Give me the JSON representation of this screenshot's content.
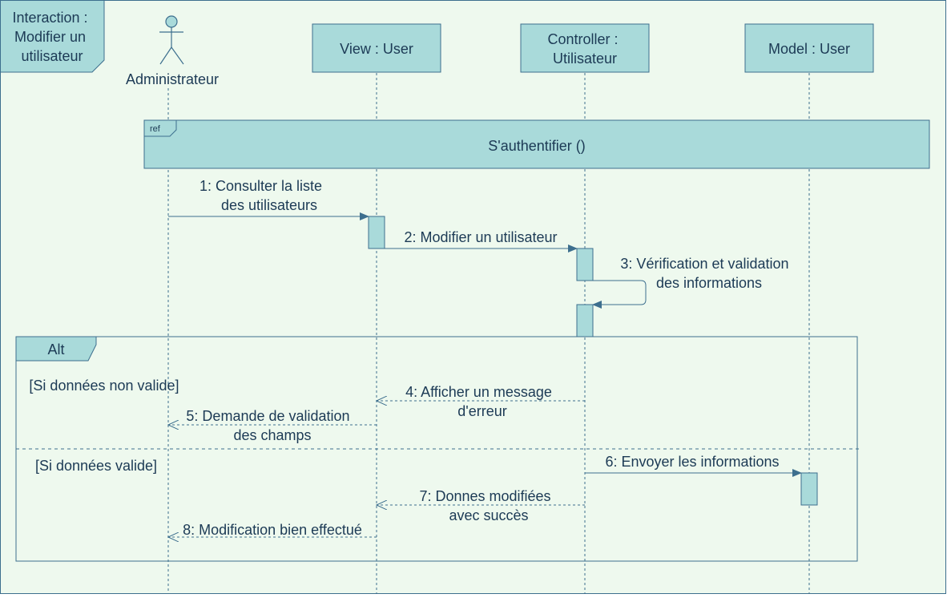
{
  "frame": {
    "title_lines": [
      "Interaction :",
      "Modifier un",
      "utilisateur"
    ]
  },
  "lifelines": {
    "actor": {
      "name": "Administrateur"
    },
    "view": {
      "name": "View : User"
    },
    "controller": {
      "name_lines": [
        "Controller :",
        "Utilisateur"
      ]
    },
    "model": {
      "name": "Model : User"
    }
  },
  "ref": {
    "tag": "ref",
    "label": "S'authentifier ()"
  },
  "messages": {
    "m1": [
      "1: Consulter la liste",
      "des utilisateurs"
    ],
    "m2": [
      "2: Modifier un utilisateur"
    ],
    "m3": [
      "3: Vérification et validation",
      "des informations"
    ],
    "m4": [
      "4: Afficher un message",
      "d'erreur"
    ],
    "m5": [
      "5: Demande de validation",
      "des champs"
    ],
    "m6": [
      "6: Envoyer les informations"
    ],
    "m7": [
      "7: Donnes modifiées",
      "avec succès"
    ],
    "m8": [
      "8: Modification bien effectué"
    ]
  },
  "alt": {
    "tag": "Alt",
    "guard1": "[Si données non valide]",
    "guard2": "[Si données valide]"
  },
  "colors": {
    "background": "#eef9ee",
    "fill": "#a9dada",
    "stroke": "#3d6f8e",
    "text": "#1c3a55"
  }
}
